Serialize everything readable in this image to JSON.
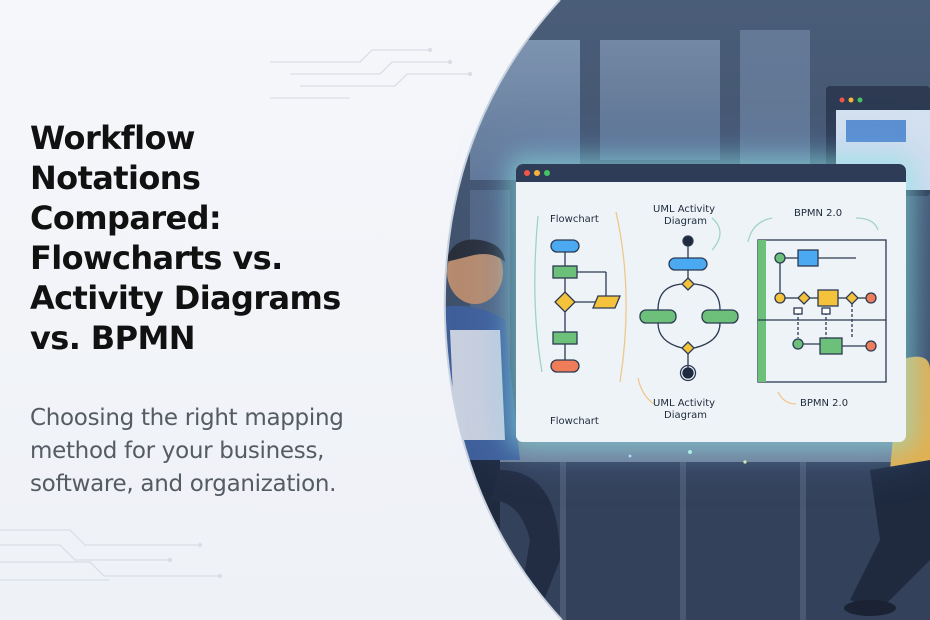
{
  "headline": {
    "lines": [
      "Workflow",
      "Notations",
      "Compared:",
      "Flowcharts vs.",
      "Activity Diagrams",
      "vs. BPMN"
    ]
  },
  "subheadline": {
    "lines": [
      "Choosing the right mapping",
      "method for your business,",
      "software, and organization."
    ]
  },
  "screen": {
    "window_dots": [
      "#f0564a",
      "#f4b53a",
      "#45c463"
    ],
    "diagram_labels": {
      "flowchart_top": "Flowchart",
      "flowchart_bottom": "Flowchart",
      "activity_top": [
        "UML Activity",
        "Diagram"
      ],
      "activity_bottom": [
        "UML Activity",
        "Diagram"
      ],
      "bpmn_top": "BPMN 2.0",
      "bpmn_bottom": "BPMN 2.0"
    }
  },
  "colors": {
    "title": "#111111",
    "subtitle": "#555b63",
    "accent_teal": "#7de3d0",
    "node_blue": "#4aa9f0",
    "node_green": "#6cc07a",
    "node_yellow": "#f5c33b",
    "node_orange": "#ef7d5a"
  }
}
